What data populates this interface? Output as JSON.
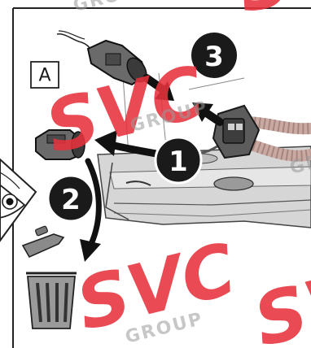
{
  "panel": {
    "label": "A"
  },
  "steps": [
    {
      "number": "1"
    },
    {
      "number": "2"
    },
    {
      "number": "3"
    }
  ],
  "watermark": {
    "brand": "SVC",
    "group": "GROUP",
    "brand_color": "#e8323c",
    "group_color": "#9a9a9a"
  },
  "icons": [
    "eye-icon",
    "trash-bin-icon",
    "connector-plug-icon",
    "wiring-harness-icon",
    "arrow-icon"
  ]
}
